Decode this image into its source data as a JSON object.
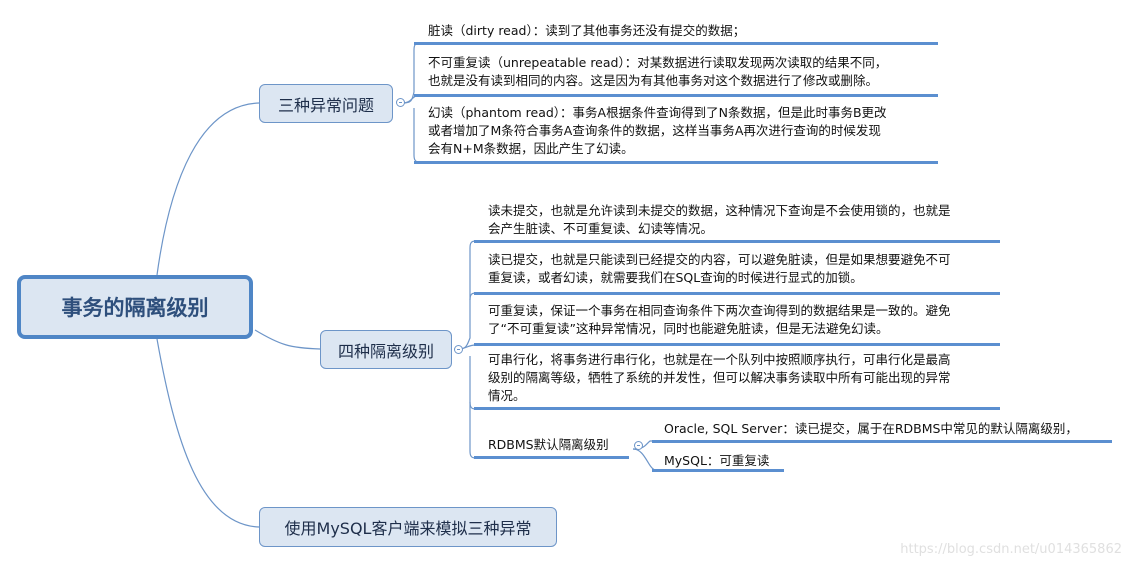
{
  "root": {
    "label": "事务的隔离级别"
  },
  "branches": [
    {
      "label": "三种异常问题",
      "children": [
        {
          "lines": [
            "脏读（dirty read）：读到了其他事务还没有提交的数据；"
          ]
        },
        {
          "lines": [
            "不可重复读（unrepeatable read）：对某数据进行读取发现两次读取的结果不同，",
            "也就是没有读到相同的内容。这是因为有其他事务对这个数据进行了修改或删除。"
          ]
        },
        {
          "lines": [
            "幻读（phantom read）：事务A根据条件查询得到了N条数据，但是此时事务B更改",
            "或者增加了M条符合事务A查询条件的数据，这样当事务A再次进行查询的时候发现",
            "会有N+M条数据，因此产生了幻读。"
          ]
        }
      ]
    },
    {
      "label": "四种隔离级别",
      "children": [
        {
          "lines": [
            "读未提交，也就是允许读到未提交的数据，这种情况下查询是不会使用锁的，也就是",
            "会产生脏读、不可重复读、幻读等情况。"
          ]
        },
        {
          "lines": [
            "读已提交，也就是只能读到已经提交的内容，可以避免脏读，但是如果想要避免不可",
            "重复读，或者幻读，就需要我们在SQL查询的时候进行显式的加锁。"
          ]
        },
        {
          "lines": [
            "可重复读，保证一个事务在相同查询条件下两次查询得到的数据结果是一致的。避免",
            "了“不可重复读”这种异常情况，同时也能避免脏读，但是无法避免幻读。"
          ]
        },
        {
          "lines": [
            "可串行化，将事务进行串行化，也就是在一个队列中按照顺序执行，可串行化是最高",
            "级别的隔离等级，牺牲了系统的并发性，但可以解决事务读取中所有可能出现的异常",
            "情况。"
          ]
        },
        {
          "label": "RDBMS默认隔离级别",
          "children": [
            {
              "lines": [
                "Oracle, SQL Server：读已提交，属于在RDBMS中常见的默认隔离级别，"
              ]
            },
            {
              "lines": [
                "MySQL：可重复读"
              ]
            }
          ]
        }
      ]
    },
    {
      "label": "使用MySQL客户端来模拟三种异常"
    }
  ],
  "watermark": "https://blog.csdn.net/u014365862",
  "colors": {
    "line": "#5b8fd0",
    "node_fill": "#dce6f2",
    "node_border": "#4f86c6",
    "root_text": "#2e4f7c"
  }
}
